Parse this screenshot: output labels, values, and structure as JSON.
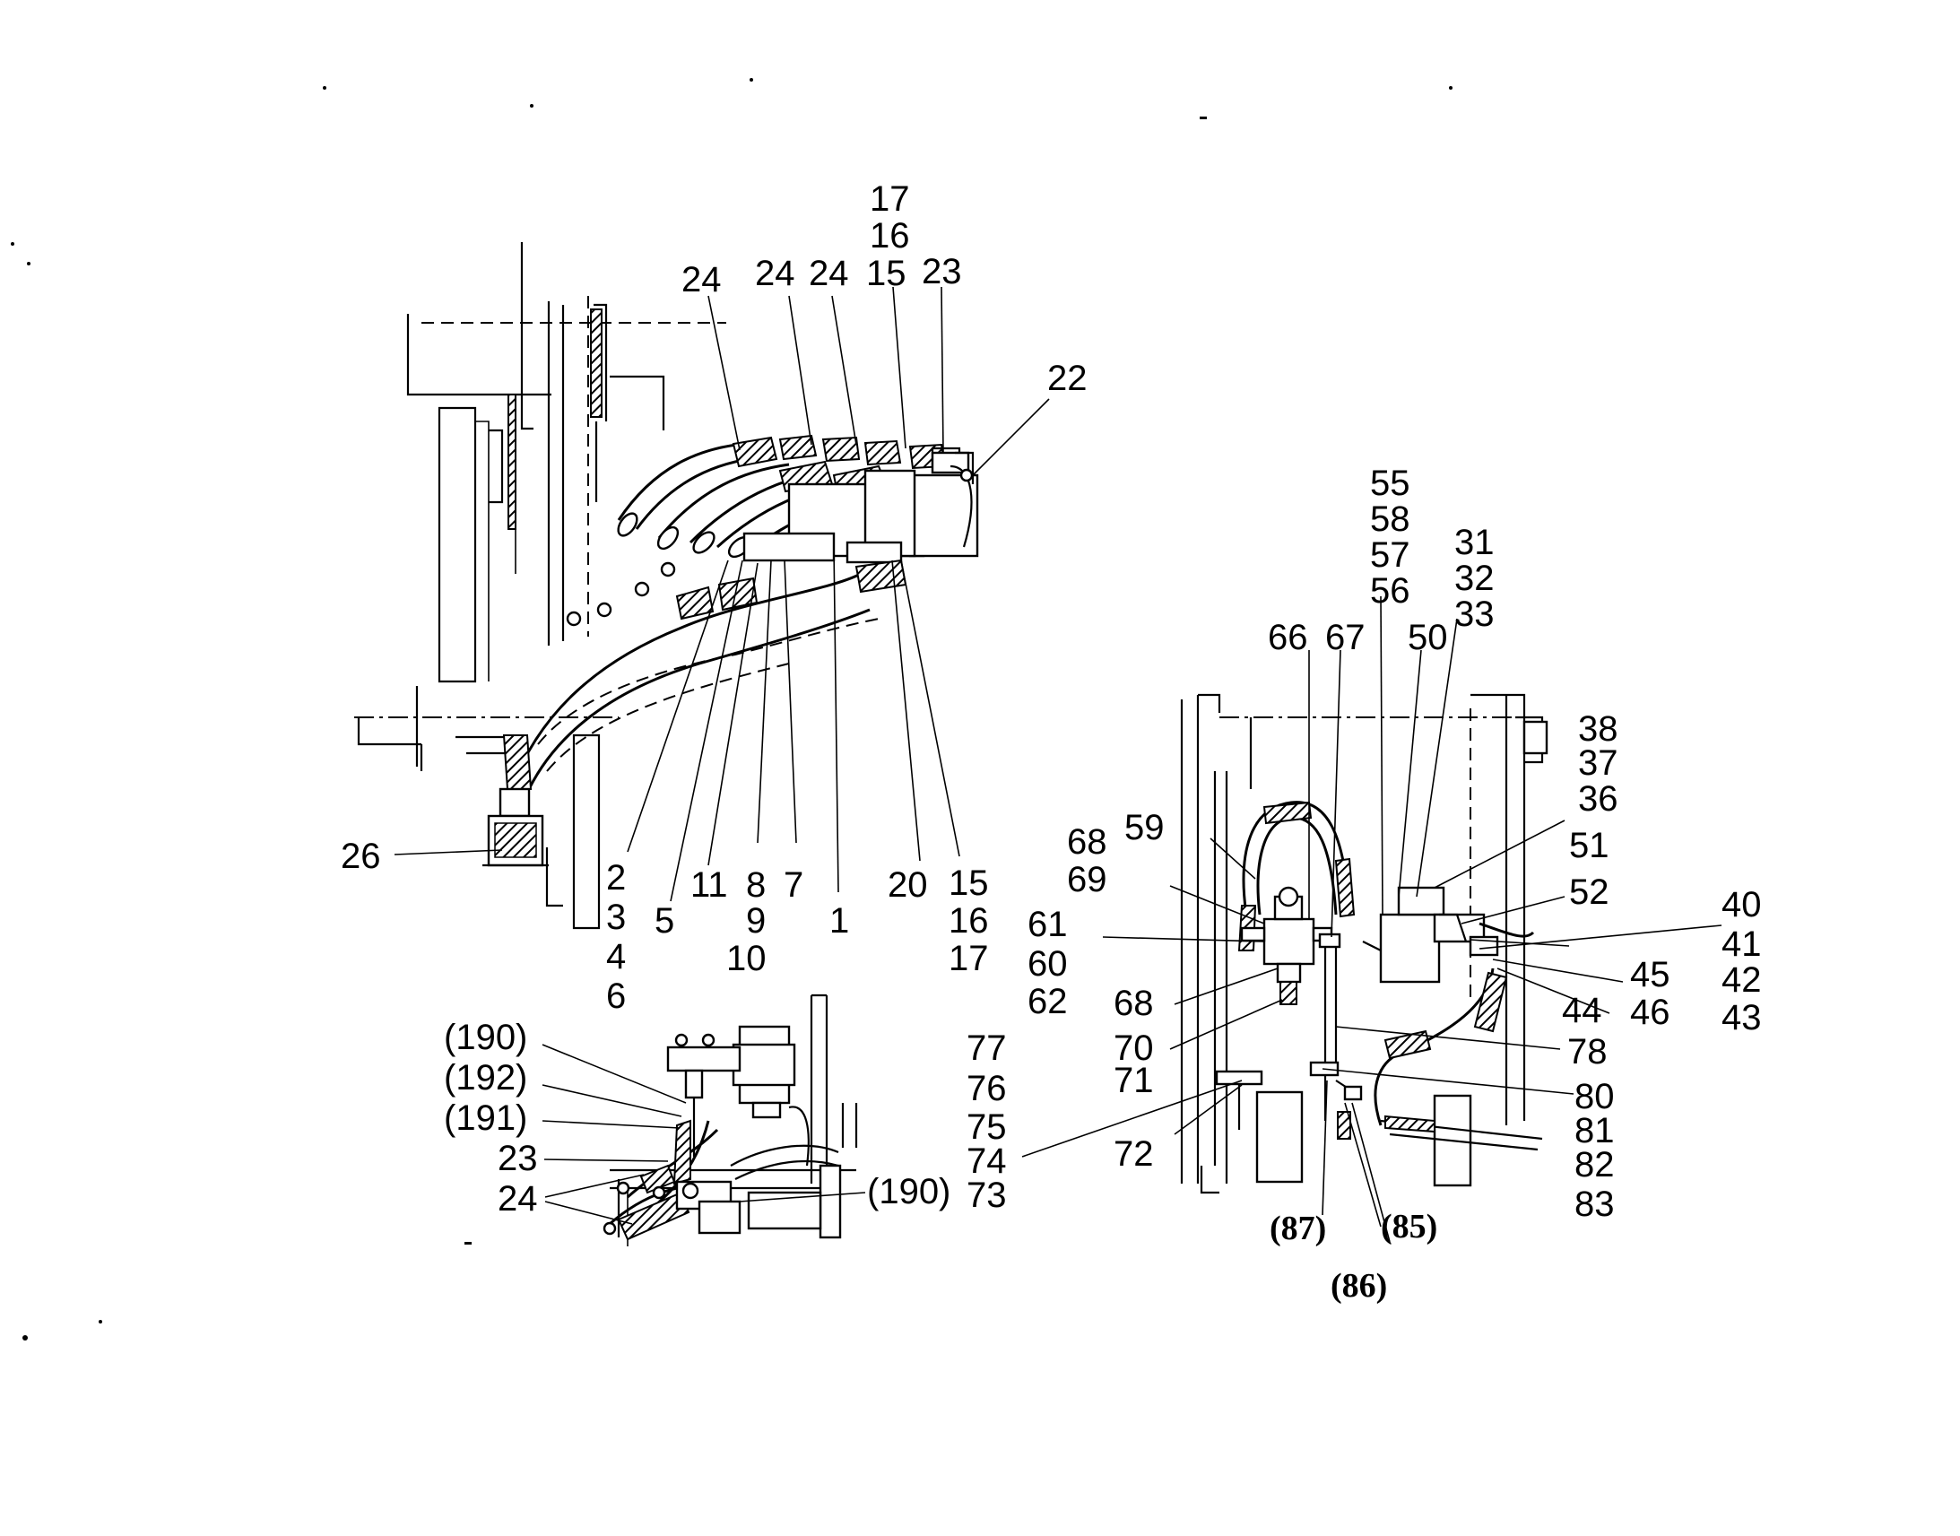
{
  "diagram_title": "",
  "groups": {
    "top_left_assembly": {
      "labels": [
        "24",
        "24",
        "24",
        "17",
        "16",
        "15",
        "23",
        "22",
        "26",
        "2",
        "3",
        "4",
        "6",
        "5",
        "11",
        "8",
        "9",
        "10",
        "7",
        "1",
        "20",
        "15",
        "16",
        "17"
      ]
    },
    "bottom_left_assembly": {
      "labels": [
        "(190)",
        "(192)",
        "(191)",
        "23",
        "24",
        "(190)",
        "77",
        "76",
        "75",
        "74",
        "73"
      ]
    },
    "right_assembly": {
      "labels": [
        "55",
        "58",
        "57",
        "56",
        "31",
        "32",
        "33",
        "66",
        "67",
        "50",
        "38",
        "37",
        "36",
        "59",
        "68",
        "69",
        "51",
        "52",
        "40",
        "41",
        "42",
        "43",
        "45",
        "46",
        "44",
        "61",
        "60",
        "62",
        "68",
        "70",
        "71",
        "72",
        "78",
        "80",
        "81",
        "82",
        "83",
        "(87)",
        "(85)",
        "(86)"
      ]
    }
  },
  "icons": [
    "hose-callout-leader",
    "hatched-hose-section",
    "valve-block",
    "filter-canister"
  ]
}
